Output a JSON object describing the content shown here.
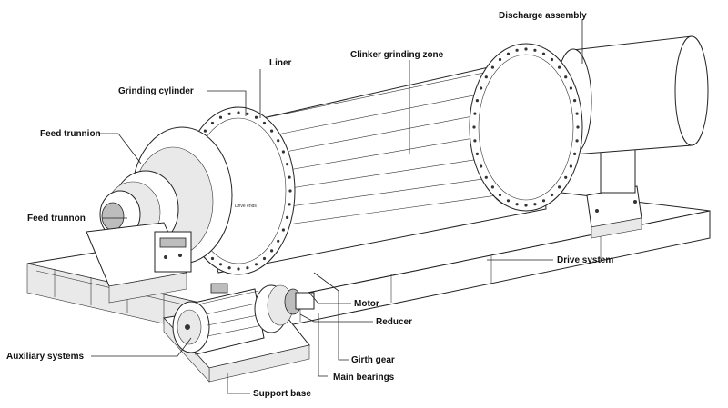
{
  "labels": {
    "discharge_assembly": "Discharge assembly",
    "liner": "Liner",
    "clinker_grinding_zone": "Clinker grinding zone",
    "grinding_cylinder": "Grinding cylinder",
    "feed_trunnion_1": "Feed trunnion",
    "feed_trunnion_2": "Feed trunnon",
    "drive_system": "Drive system",
    "motor": "Motor",
    "reducer": "Reducer",
    "auxiliary_systems": "Auxiliary systems",
    "girth_gear": "Girth gear",
    "main_bearings": "Main bearings",
    "support_base": "Support base"
  },
  "small_mark": "Drive ends"
}
